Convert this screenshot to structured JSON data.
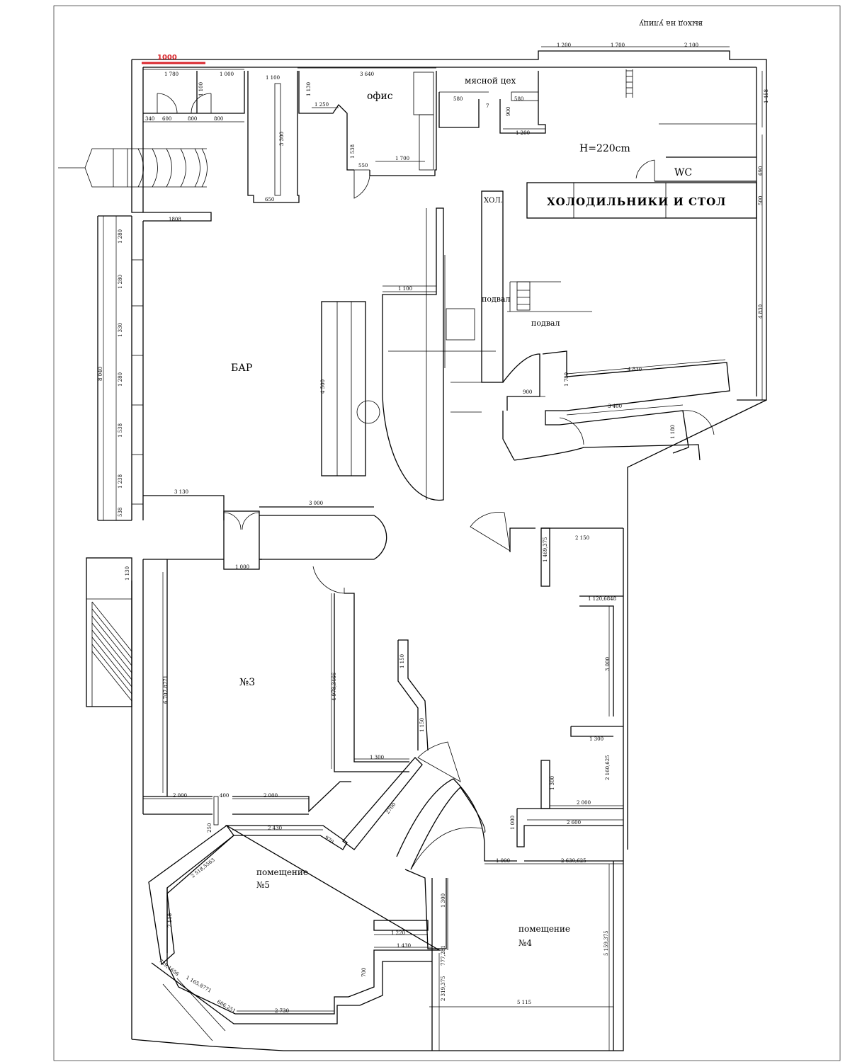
{
  "scale_marker": "1000",
  "rooms": {
    "office": "офис",
    "meat_shop": "мясной цех",
    "height_note": "H=220cm",
    "wc": "WC",
    "fridges_table": "ХОЛОДИЛЬНИКИ И СТОЛ",
    "cold": "ХОЛ.",
    "basement_1": "подвал",
    "basement_2": "подвал",
    "bar": "БАР",
    "room3": "№3",
    "room5_l1": "помещение",
    "room5_l2": "№5",
    "room4_l1": "помещение",
    "room4_l2": "№4",
    "to_street": "выход на улицу"
  },
  "dims": {
    "t1": "1 780",
    "t2": "1 000",
    "t3": "1 100",
    "t4": "3 640",
    "t5": "1 200",
    "t6": "1 700",
    "t7": "2 100",
    "t8": "1 100",
    "t9": "1 130",
    "t10": "1 250",
    "t11": "3 300",
    "t12": "580",
    "t13": "7",
    "t14": "580",
    "t15": "900",
    "t16": "1 200",
    "t17": "1 458",
    "t18": "1 538",
    "t19": "550",
    "t20": "1 700",
    "t21": "650",
    "t22": "340",
    "t23": "600",
    "t24": "800",
    "t25": "800",
    "t26": "690",
    "t27": "500",
    "t28": "1808",
    "l1": "1 280",
    "l2": "1 280",
    "l3": "1 330",
    "l4": "1 280",
    "l5": "1 538",
    "l6": "1 238",
    "l7": "538",
    "l8": "8 040",
    "b1": "1 100",
    "b2": "4 500",
    "b3": "4 830",
    "b4": "1 780",
    "b5": "900",
    "b6": "3 400",
    "b7": "1 180",
    "b8": "4 830",
    "c1": "3 130",
    "c2": "3 000",
    "c3": "1 000",
    "r1": "1 469,375",
    "r2": "2 150",
    "r3": "1 120,6848",
    "r4": "3 000",
    "r5": "1 300",
    "r6": "2 160,625",
    "r7": "1 300",
    "r8": "2 000",
    "m1": "1 130",
    "m2": "6 707,8771",
    "m3": "4 978,3466",
    "m4": "1 150",
    "m5": "1 150",
    "m6": "1 300",
    "m7": "2 000",
    "m8": "400",
    "m9": "2 000",
    "m10": "2700",
    "f1": "1 000",
    "f2": "2 600",
    "f3": "1 000",
    "f4": "2 630,625",
    "f5": "250",
    "p1": "2 430",
    "p2": "970",
    "p3": "2 518,5563",
    "p4": "2 118",
    "p5": "729,1656",
    "p6": "1 165,8771",
    "p7": "686,251",
    "p8": "2 730",
    "p9": "700",
    "p10": "1 430",
    "p11": "1 220",
    "q1": "1 300",
    "q2": "777,281",
    "q3": "2 319,375",
    "q4": "5 159,375",
    "q5": "5 115"
  }
}
